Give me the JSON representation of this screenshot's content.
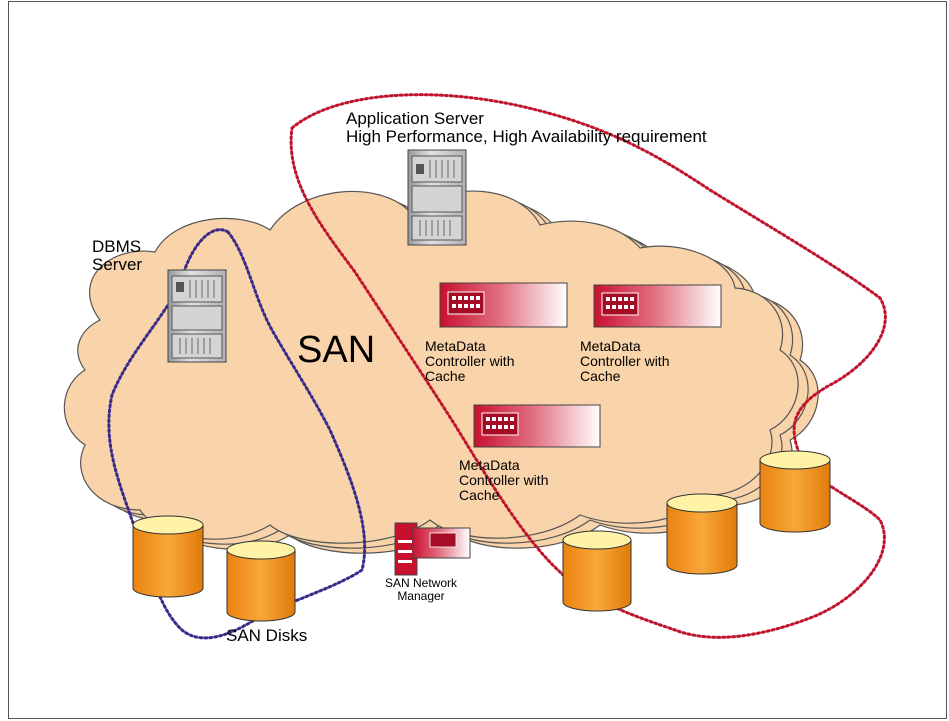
{
  "labels": {
    "app_server": "Application Server\nHigh Performance, High Availability requirement",
    "dbms_server": "DBMS\nServer",
    "san": "SAN",
    "mdc": [
      "MetaData\nController with\nCache",
      "MetaData\nController with\nCache",
      "MetaData\nController with\nCache"
    ],
    "network_manager": "SAN Network\nManager",
    "san_disks": "SAN Disks"
  },
  "colors": {
    "cloud_fill": "#f9d3a9",
    "cloud_stroke": "#555555",
    "disk_fill": "#f7941d",
    "disk_top": "#fff3a8",
    "dbms_group": "#3a2a8c",
    "app_group": "#c0142c",
    "controller": "#c8102e"
  }
}
